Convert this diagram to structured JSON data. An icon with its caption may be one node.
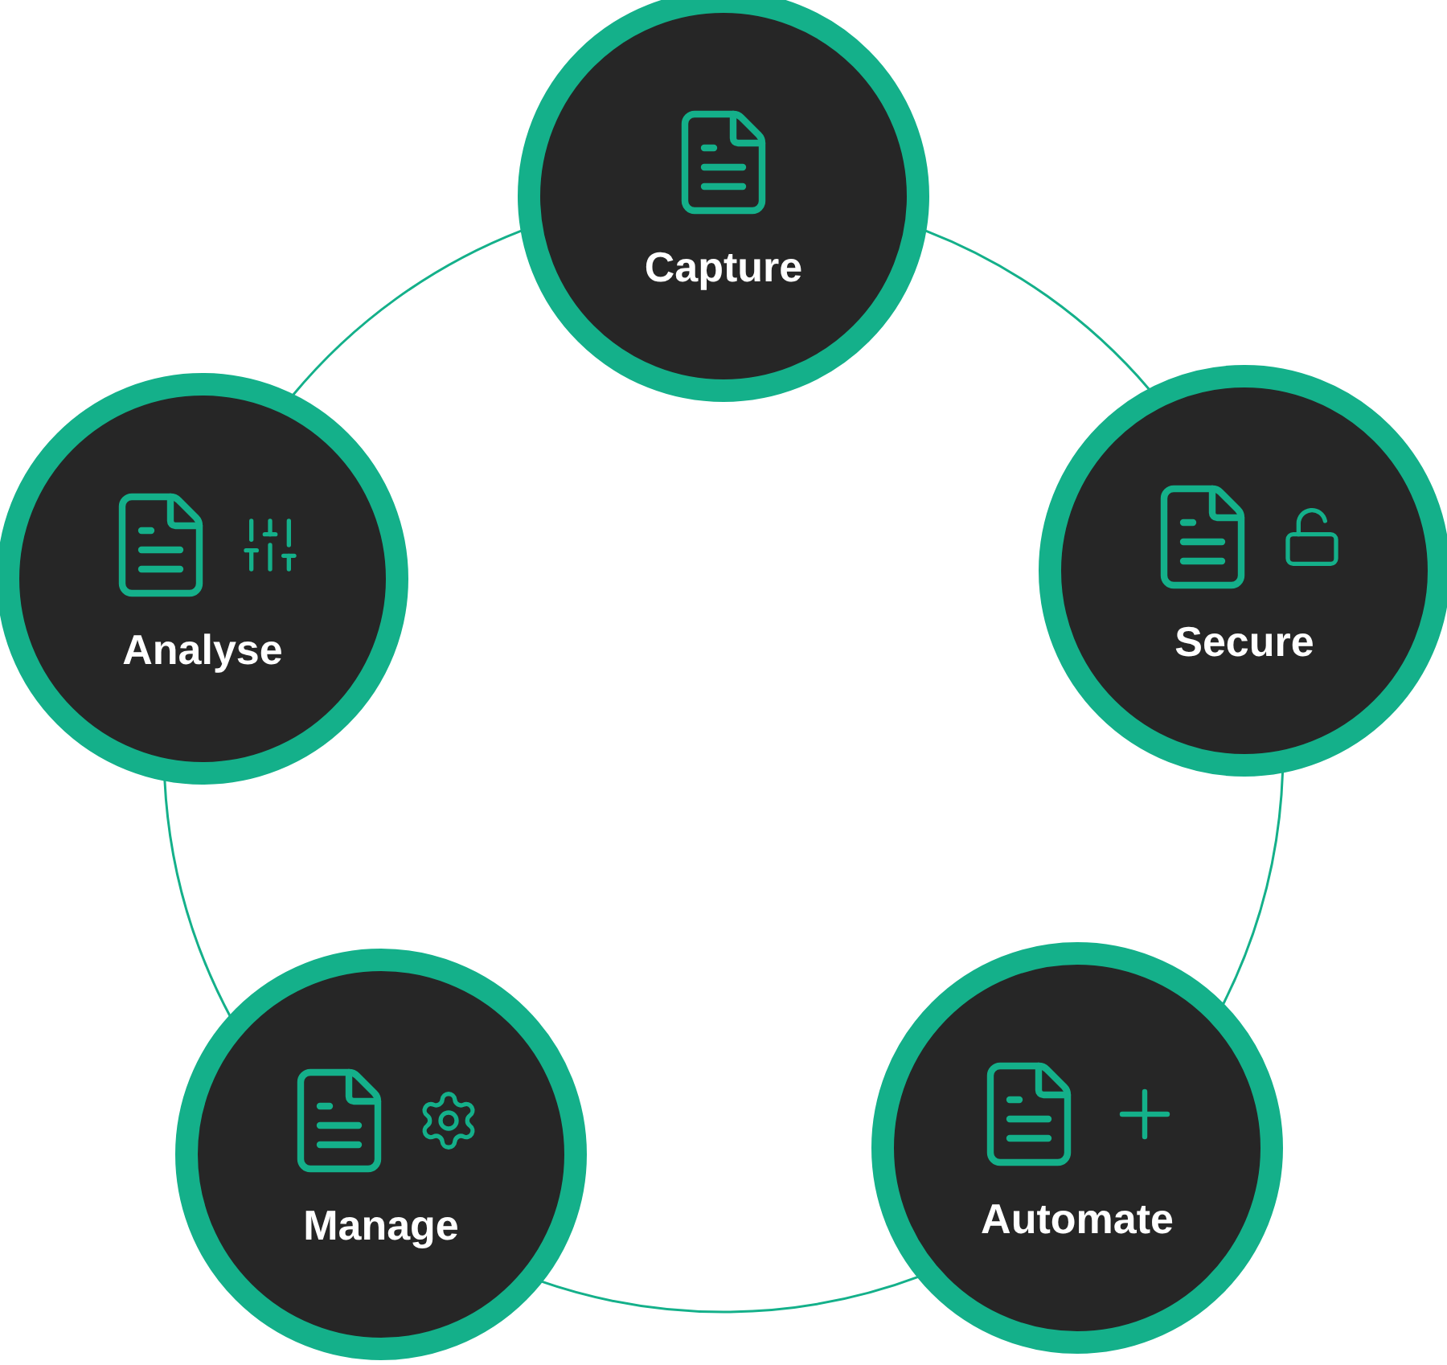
{
  "diagram": {
    "nodes": [
      {
        "text": [
          "Capture"
        ]
      },
      {
        "text": [
          "Secure"
        ]
      },
      {
        "text": [
          "Automate"
        ]
      },
      {
        "text": [
          "Manage"
        ]
      },
      {
        "text": [
          "Analyse"
        ]
      }
    ],
    "edges": [
      {
        "from": 0,
        "to": 1,
        "arrow": "none"
      },
      {
        "from": 1,
        "to": 2,
        "arrow": "none"
      },
      {
        "from": 2,
        "to": 3,
        "arrow": "none"
      },
      {
        "from": 3,
        "to": 4,
        "arrow": "none"
      },
      {
        "from": 4,
        "to": 0,
        "arrow": "none"
      }
    ]
  }
}
